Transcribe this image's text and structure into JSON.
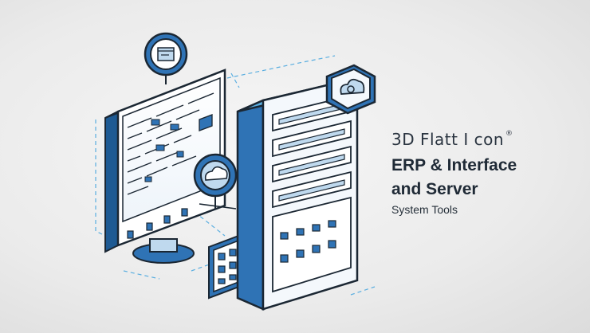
{
  "heading": {
    "line1": "3D Flatt I con",
    "registered_mark": "®",
    "line2": "ERP & Interface",
    "line3": "and Server",
    "line4": "System Tools"
  },
  "illustration": {
    "icons": [
      "monitor-icon",
      "server-tower-icon",
      "cloud-icon",
      "window-icon",
      "grid-panel-icon",
      "cloud-badge-icon"
    ],
    "colors": {
      "blue": "#2f73b5",
      "blue_dark": "#1e5a93",
      "light_blue": "#bfd9ee",
      "outline": "#1b2733",
      "accent": "#5aaee0"
    }
  }
}
